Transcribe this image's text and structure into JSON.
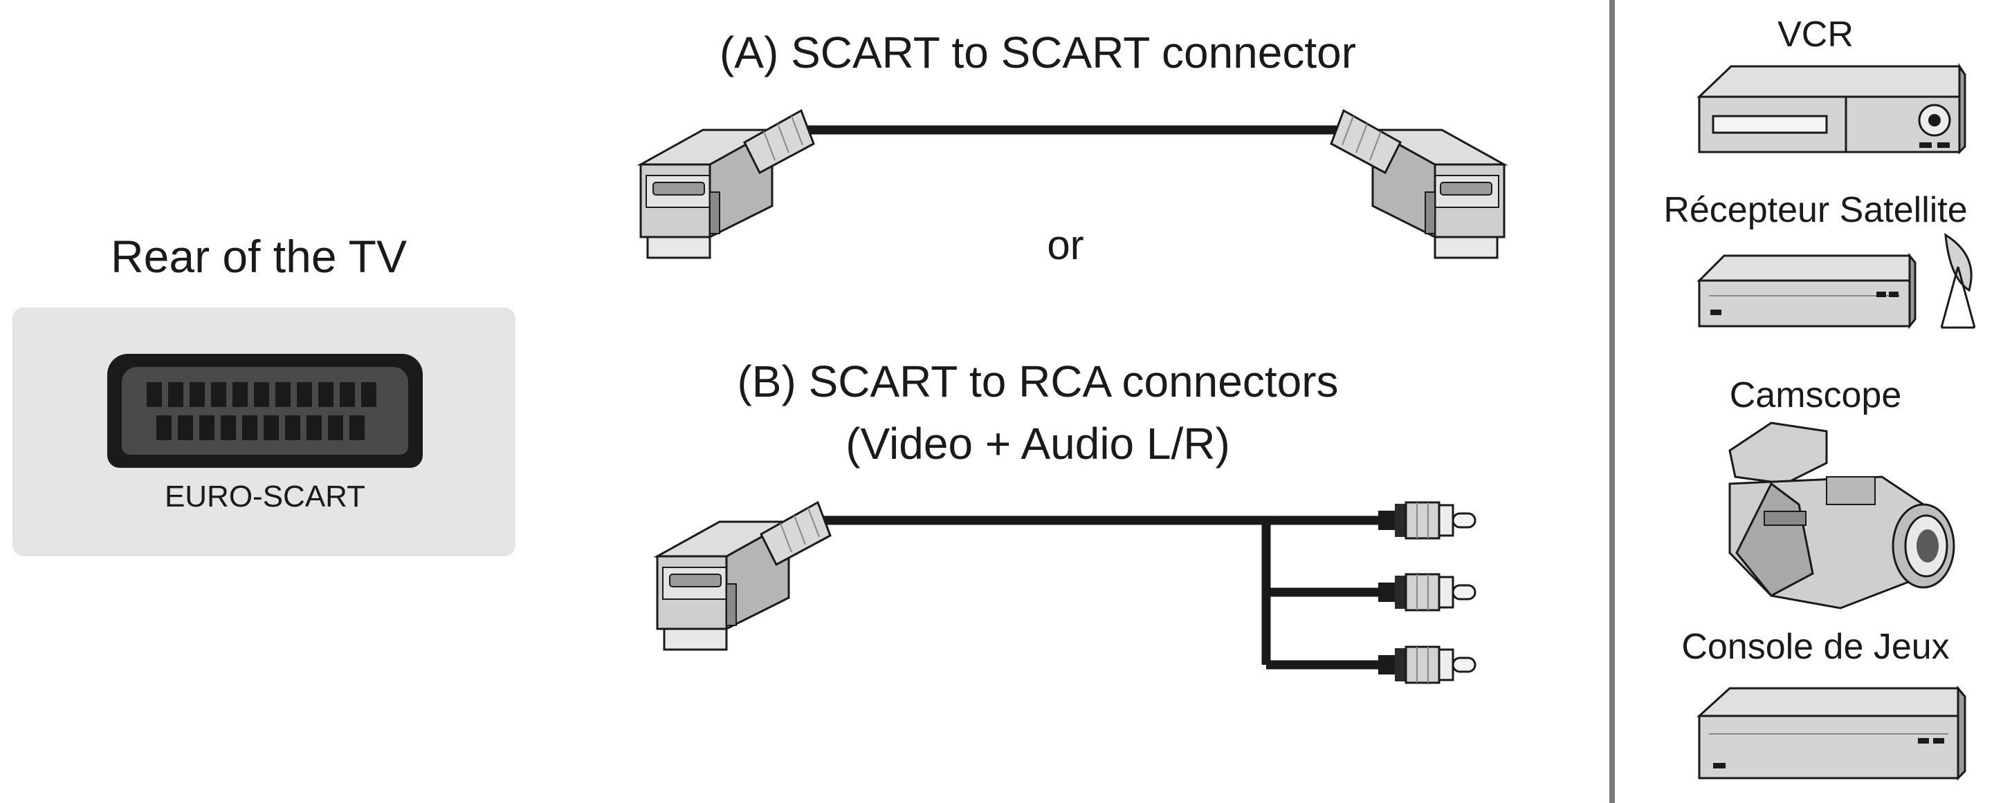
{
  "tv": {
    "title": "Rear of the TV",
    "socket_label": "EURO-SCART"
  },
  "cables": {
    "option_a": "(A) SCART to SCART connector",
    "or": "or",
    "option_b_line1": "(B) SCART to RCA connectors",
    "option_b_line2": "(Video + Audio L/R)"
  },
  "devices": [
    {
      "label": "VCR",
      "icon": "vcr-icon"
    },
    {
      "label": "Récepteur Satellite",
      "icon": "satellite-receiver-icon"
    },
    {
      "label": "Camscope",
      "icon": "camcorder-icon"
    },
    {
      "label": "Console de Jeux",
      "icon": "game-console-icon"
    }
  ],
  "colors": {
    "panel": "#e5e5e5",
    "divider": "#7a7a7a",
    "cable": "#1a1a1a",
    "connector_light": "#eeeeee",
    "connector_mid": "#c9c9c9",
    "connector_dark": "#8a8a8a"
  }
}
